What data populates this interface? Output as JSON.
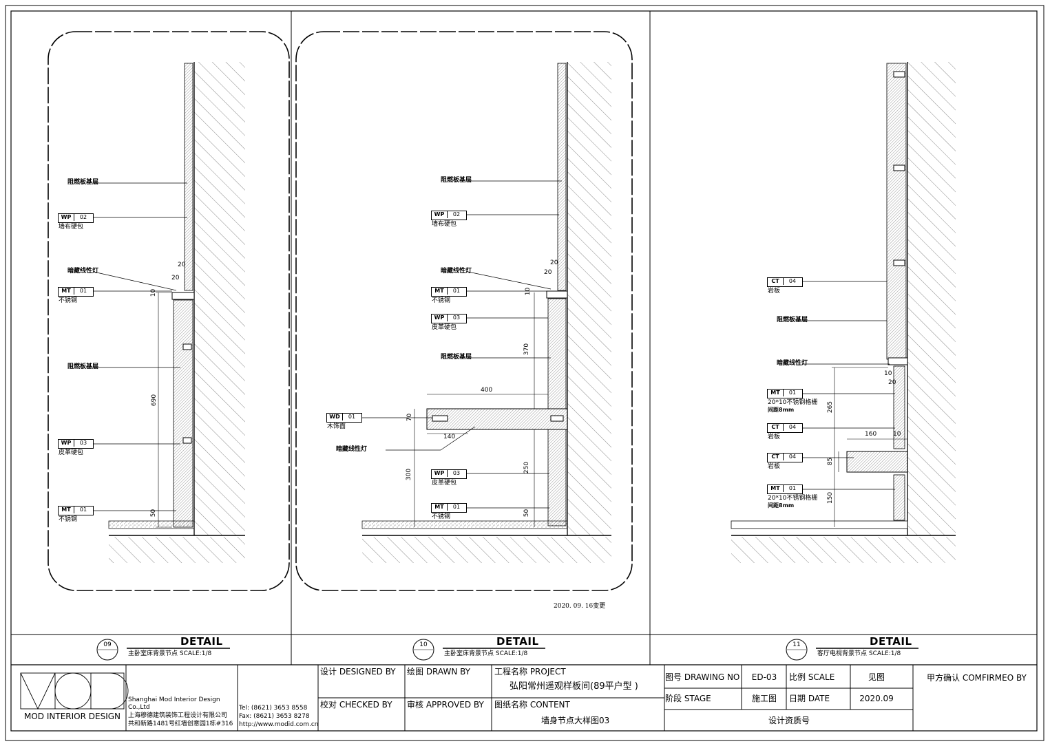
{
  "details": [
    {
      "number": "09",
      "heading": "DETAIL",
      "title": "主卧室床背景节点",
      "scale": "SCALE:1/8",
      "labels": [
        {
          "text": "阻燃板基层"
        },
        {
          "tag_a": "WP",
          "tag_b": "02",
          "desc": "墙布硬包"
        },
        {
          "text": "暗藏线性灯"
        },
        {
          "tag_a": "MT",
          "tag_b": "01",
          "desc": "不锈钢"
        },
        {
          "text": "阻燃板基层"
        },
        {
          "tag_a": "WP",
          "tag_b": "03",
          "desc": "皮革硬包"
        },
        {
          "tag_a": "MT",
          "tag_b": "01",
          "desc": "不锈钢"
        }
      ],
      "dims": [
        "20",
        "20",
        "10",
        "690",
        "50"
      ]
    },
    {
      "number": "10",
      "heading": "DETAIL",
      "title": "主卧室床背景节点",
      "scale": "SCALE:1/8",
      "labels": [
        {
          "text": "阻燃板基层"
        },
        {
          "tag_a": "WP",
          "tag_b": "02",
          "desc": "墙布硬包"
        },
        {
          "text": "暗藏线性灯"
        },
        {
          "tag_a": "MT",
          "tag_b": "01",
          "desc": "不锈钢"
        },
        {
          "tag_a": "WP",
          "tag_b": "03",
          "desc": "皮革硬包"
        },
        {
          "text": "阻燃板基层"
        },
        {
          "tag_a": "WD",
          "tag_b": "01",
          "desc": "木饰面"
        },
        {
          "text": "暗藏线性灯"
        },
        {
          "tag_a": "WP",
          "tag_b": "03",
          "desc": "皮革硬包"
        },
        {
          "tag_a": "MT",
          "tag_b": "01",
          "desc": "不锈钢"
        }
      ],
      "dims": [
        "20",
        "20",
        "10",
        "370",
        "400",
        "70",
        "140",
        "300",
        "250",
        "50"
      ],
      "revision_note": "2020. 09. 16变更"
    },
    {
      "number": "11",
      "heading": "DETAIL",
      "title": "客厅电视背景节点",
      "scale": "SCALE:1/8",
      "labels": [
        {
          "tag_a": "CT",
          "tag_b": "04",
          "desc": "岩板"
        },
        {
          "text": "阻燃板基层"
        },
        {
          "text": "暗藏线性灯"
        },
        {
          "tag_a": "MT",
          "tag_b": "01",
          "desc": "20*10不锈钢格栅",
          "desc2": "间距8mm"
        },
        {
          "tag_a": "CT",
          "tag_b": "04",
          "desc": "岩板"
        },
        {
          "tag_a": "CT",
          "tag_b": "04",
          "desc": "岩板"
        },
        {
          "tag_a": "MT",
          "tag_b": "01",
          "desc": "20*10不锈钢格栅",
          "desc2": "间距8mm"
        }
      ],
      "dims": [
        "10",
        "20",
        "265",
        "160",
        "10",
        "85",
        "150"
      ]
    }
  ],
  "title_block": {
    "logo_text": "MOD",
    "logo_caption": "MOD INTERIOR DESIGN",
    "company_en_1": "Shanghai Mod Interior Design",
    "company_en_2": "Co.,Ltd",
    "company_cn": "上海穆德建筑装饰工程设计有限公司",
    "address": "共和新路1481号红墙创意园1栋#316",
    "tel": "Tel: (8621) 3653 8558",
    "fax": "Fax: (8621) 3653 8278",
    "web": "http://www.modid.com.cn",
    "designed_by": "设计 DESIGNED BY",
    "drawn_by": "绘图 DRAWN BY",
    "checked_by": "校对 CHECKED BY",
    "approved_by": "审核 APPROVED BY",
    "project_label": "工程名称 PROJECT",
    "project_name": "弘阳常州遥观样板间(89平户型 )",
    "content_label": "图纸名称 CONTENT",
    "content_name": "墙身节点大样图03",
    "drawing_no_label": "图号 DRAWING NO",
    "drawing_no": "ED-03",
    "scale_label": "比例 SCALE",
    "scale_value": "见图",
    "stage_label": "阶段 STAGE",
    "stage_value": "施工图",
    "date_label": "日期 DATE",
    "date_value": "2020.09",
    "quality_no": "设计资质号",
    "client_confirm": "甲方确认 COMFIRMEO BY"
  }
}
